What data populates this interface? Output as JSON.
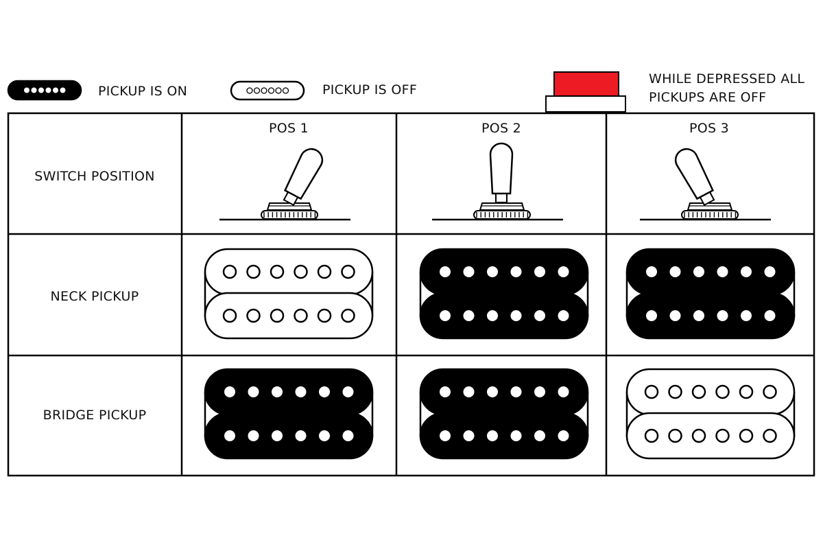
{
  "legend": {
    "on_label": "PICKUP IS ON",
    "off_label": "PICKUP IS OFF",
    "kill_label_line1": "WHILE DEPRESSED ALL",
    "kill_label_line2": "PICKUPS ARE OFF",
    "kill_button_color": "#ed1c24"
  },
  "table": {
    "row_labels": [
      "SWITCH POSITION",
      "NECK PICKUP",
      "BRIDGE PICKUP"
    ],
    "columns": [
      {
        "label": "POS 1",
        "switch_lean": "right",
        "neck": "on_off_state_off",
        "neck_on": false,
        "bridge_on": true
      },
      {
        "label": "POS 2",
        "switch_lean": "center",
        "neck_on": true,
        "bridge_on": true
      },
      {
        "label": "POS 3",
        "switch_lean": "left",
        "neck_on": true,
        "bridge_on": false
      }
    ]
  }
}
